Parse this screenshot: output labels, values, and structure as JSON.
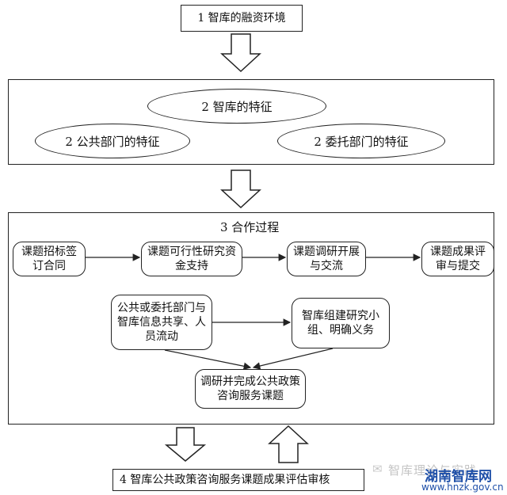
{
  "top_box": "1 智库的融资环境",
  "panel1": {
    "center": "2 智库的特征",
    "left": "2 公共部门的特征",
    "right": "2 委托部门的特征"
  },
  "panel2": {
    "title": "3 合作过程",
    "steps": [
      "课题招标签订合同",
      "课题可行性研究资金支持",
      "课题调研开展与交流",
      "课题成果评审与提交"
    ],
    "share": "公共或委托部门与智库信息共享、人员流动",
    "group": "智库组建研究小组、明确义务",
    "result": "调研并完成公共政策咨询服务课题"
  },
  "bottom_box": "4 智库公共政策咨询服务课题成果评估审核",
  "watermark": {
    "wechat": "智库理论与实践",
    "site": "湖南智库网",
    "url": "www.hnzk.gov.cn"
  }
}
